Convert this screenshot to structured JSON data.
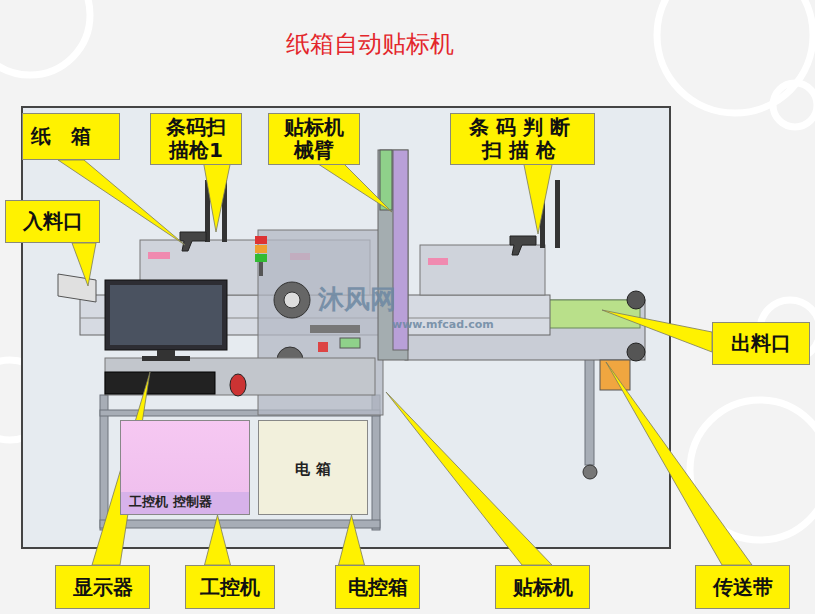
{
  "diagram": {
    "title": "纸箱自动贴标机",
    "nodes": [
      {
        "text": [
          "纸箱"
        ]
      },
      {
        "text": [
          "条码扫描枪1"
        ]
      },
      {
        "text": [
          "贴标机械臂"
        ]
      },
      {
        "text": [
          "条码判断扫描枪"
        ]
      },
      {
        "text": [
          "入料口"
        ]
      },
      {
        "text": [
          "出料口"
        ]
      },
      {
        "text": [
          "工控机 控制器"
        ]
      },
      {
        "text": [
          "电 箱"
        ]
      },
      {
        "text": [
          "显示器"
        ]
      },
      {
        "text": [
          "工控机"
        ]
      },
      {
        "text": [
          "电控箱"
        ]
      },
      {
        "text": [
          "贴标机"
        ]
      },
      {
        "text": [
          "传送带"
        ]
      }
    ],
    "edges": [
      {
        "from": 9,
        "to": 6,
        "arrow": "none"
      },
      {
        "from": 10,
        "to": 7,
        "arrow": "none"
      }
    ],
    "labels": [
      "沐风网",
      "www.mfcad.com"
    ]
  }
}
